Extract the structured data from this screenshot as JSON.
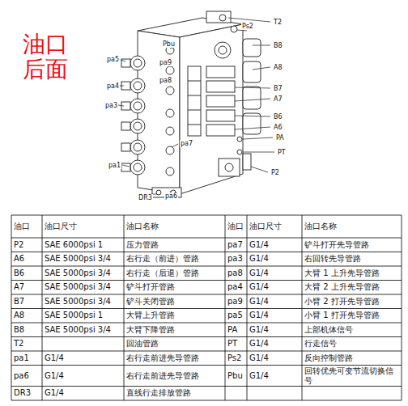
{
  "diagram": {
    "title": "油口 后面",
    "labels": [
      "T2",
      "Ps2",
      "Pbu",
      "B8",
      "pa5",
      "pa9",
      "A8",
      "pa8",
      "pa4",
      "B7",
      "A7",
      "pa3",
      "B6",
      "A6",
      "PA",
      "pa7",
      "PT",
      "pa1",
      "P2",
      "pa6",
      "DR3",
      "油口",
      "油口尺寸",
      "油口名称",
      "油口",
      "油口尺寸",
      "油口名称",
      "P2",
      "SAE 6000psi 1",
      "压力管路",
      "pa7",
      "G1/4",
      "铲斗打开先导管路",
      "A6",
      "SAE 5000psi 3/4",
      "右行走（前进）管路",
      "pa3",
      "G1/4",
      "右回转先导管路",
      "B6",
      "SAE 5000psi 3/4",
      "右行走（后退）管路",
      "pa8",
      "G1/4",
      "大臂 1 上升先导管路",
      "A7",
      "SAE 5000psi 3/4",
      "铲斗打开管路",
      "pa4",
      "G1/4",
      "大臂 2 上升先导管路",
      "B7",
      "SAE 5000psi 3/4",
      "铲斗关闭管路",
      "pa9",
      "G1/4",
      "小臂 2 打开先导管路",
      "A8",
      "SAE 5000psi 1",
      "大臂上升管路",
      "pa5",
      "G1/4",
      "小臂 1 打开先导管路",
      "B8",
      "SAE 5000psi 3/4",
      "大臂下降管路",
      "PA",
      "G1/4",
      "上部机体信号",
      "T2",
      "回油管路",
      "PT",
      "G1/4",
      "行走信号",
      "pa1",
      "G1/4",
      "右行走前进先导管路",
      "Ps2",
      "G1/4",
      "反向控制管路",
      "pa6",
      "G1/4",
      "右行走前进先导管路",
      "Pbu",
      "G1/4",
      "回转优先可变节流切换信号",
      "DR3",
      "G1/4",
      "直线行走排放管路"
    ]
  }
}
